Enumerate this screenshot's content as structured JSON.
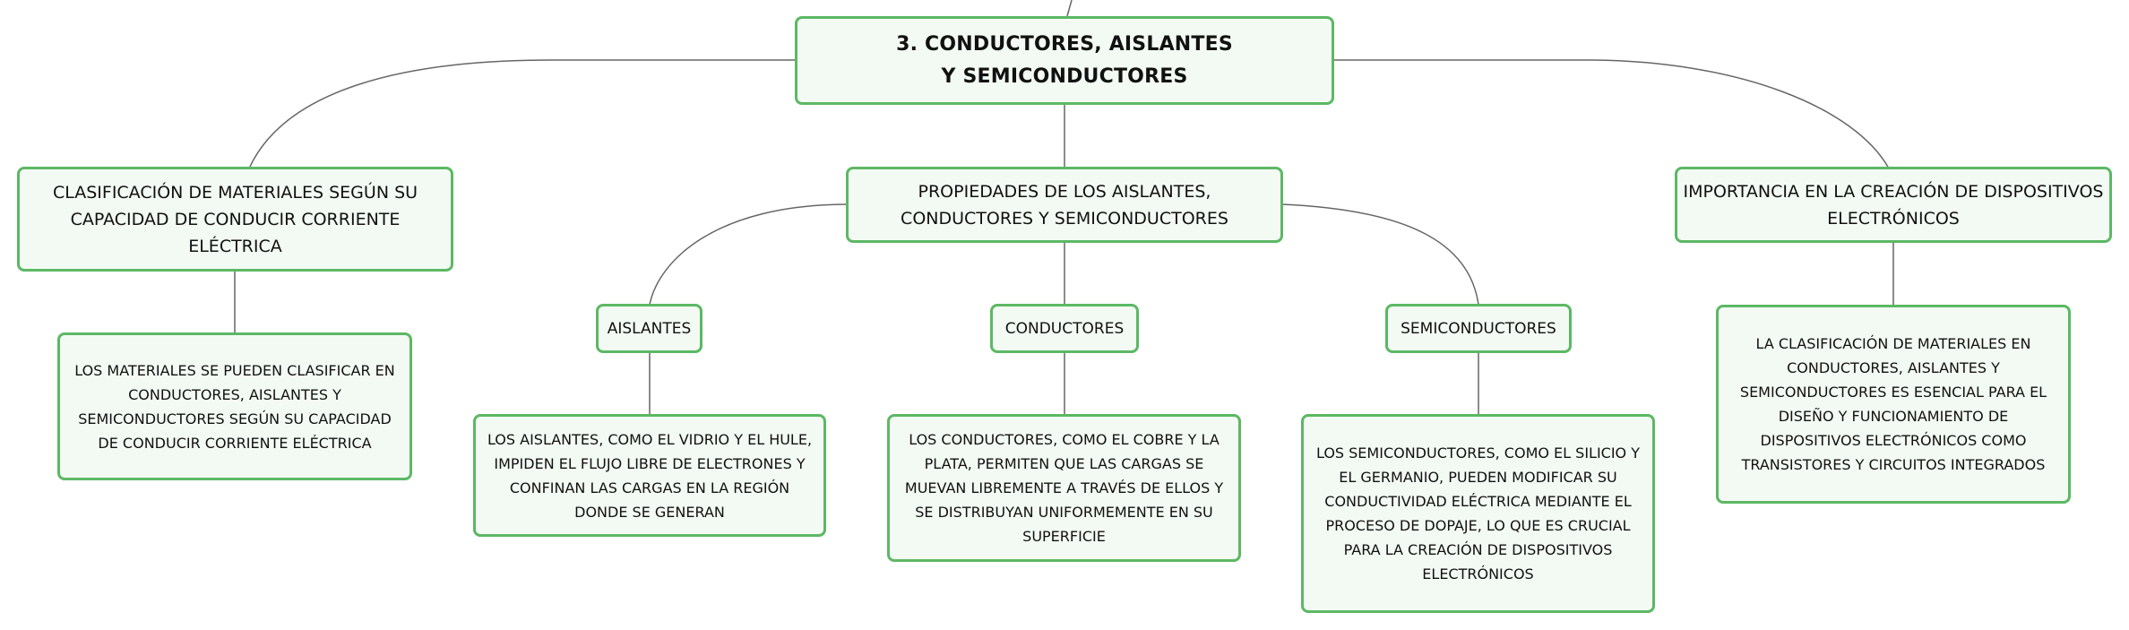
{
  "diagram": {
    "root": {
      "label": "3. CONDUCTORES, AISLANTES Y SEMICONDUCTORES"
    },
    "classification": {
      "label": "CLASIFICACIÓN DE MATERIALES SEGÚN SU CAPACIDAD DE CONDUCIR CORRIENTE ELÉCTRICA",
      "detail": "LOS MATERIALES SE PUEDEN CLASIFICAR EN CONDUCTORES, AISLANTES Y SEMICONDUCTORES SEGÚN SU CAPACIDAD DE CONDUCIR CORRIENTE ELÉCTRICA"
    },
    "properties": {
      "label": "PROPIEDADES DE LOS AISLANTES, CONDUCTORES Y SEMICONDUCTORES",
      "insulators": {
        "label": "AISLANTES",
        "detail": "LOS AISLANTES, COMO EL VIDRIO Y EL HULE, IMPIDEN EL FLUJO LIBRE DE ELECTRONES Y CONFINAN LAS CARGAS EN LA REGIÓN DONDE SE GENERAN"
      },
      "conductors": {
        "label": "CONDUCTORES",
        "detail": "LOS CONDUCTORES, COMO EL COBRE Y LA PLATA, PERMITEN QUE LAS CARGAS SE MUEVAN LIBREMENTE A TRAVÉS DE ELLOS Y SE DISTRIBUYAN UNIFORMEMENTE EN SU SUPERFICIE"
      },
      "semiconductors": {
        "label": "SEMICONDUCTORES",
        "detail": "LOS SEMICONDUCTORES, COMO EL SILICIO Y EL GERMANIO, PUEDEN MODIFICAR SU CONDUCTIVIDAD ELÉCTRICA MEDIANTE EL PROCESO DE DOPAJE, LO QUE ES CRUCIAL PARA LA CREACIÓN DE DISPOSITIVOS ELECTRÓNICOS"
      }
    },
    "importance": {
      "label": "IMPORTANCIA EN LA CREACIÓN DE DISPOSITIVOS ELECTRÓNICOS",
      "detail": "LA CLASIFICACIÓN DE MATERIALES EN CONDUCTORES, AISLANTES Y SEMICONDUCTORES ES ESENCIAL PARA EL DISEÑO Y FUNCIONAMIENTO DE DISPOSITIVOS ELECTRÓNICOS COMO TRANSISTORES Y CIRCUITOS INTEGRADOS"
    },
    "colors": {
      "node_border": "#5cb864",
      "node_fill": "#f3faf3",
      "connector": "#666666",
      "text": "#111111"
    }
  }
}
